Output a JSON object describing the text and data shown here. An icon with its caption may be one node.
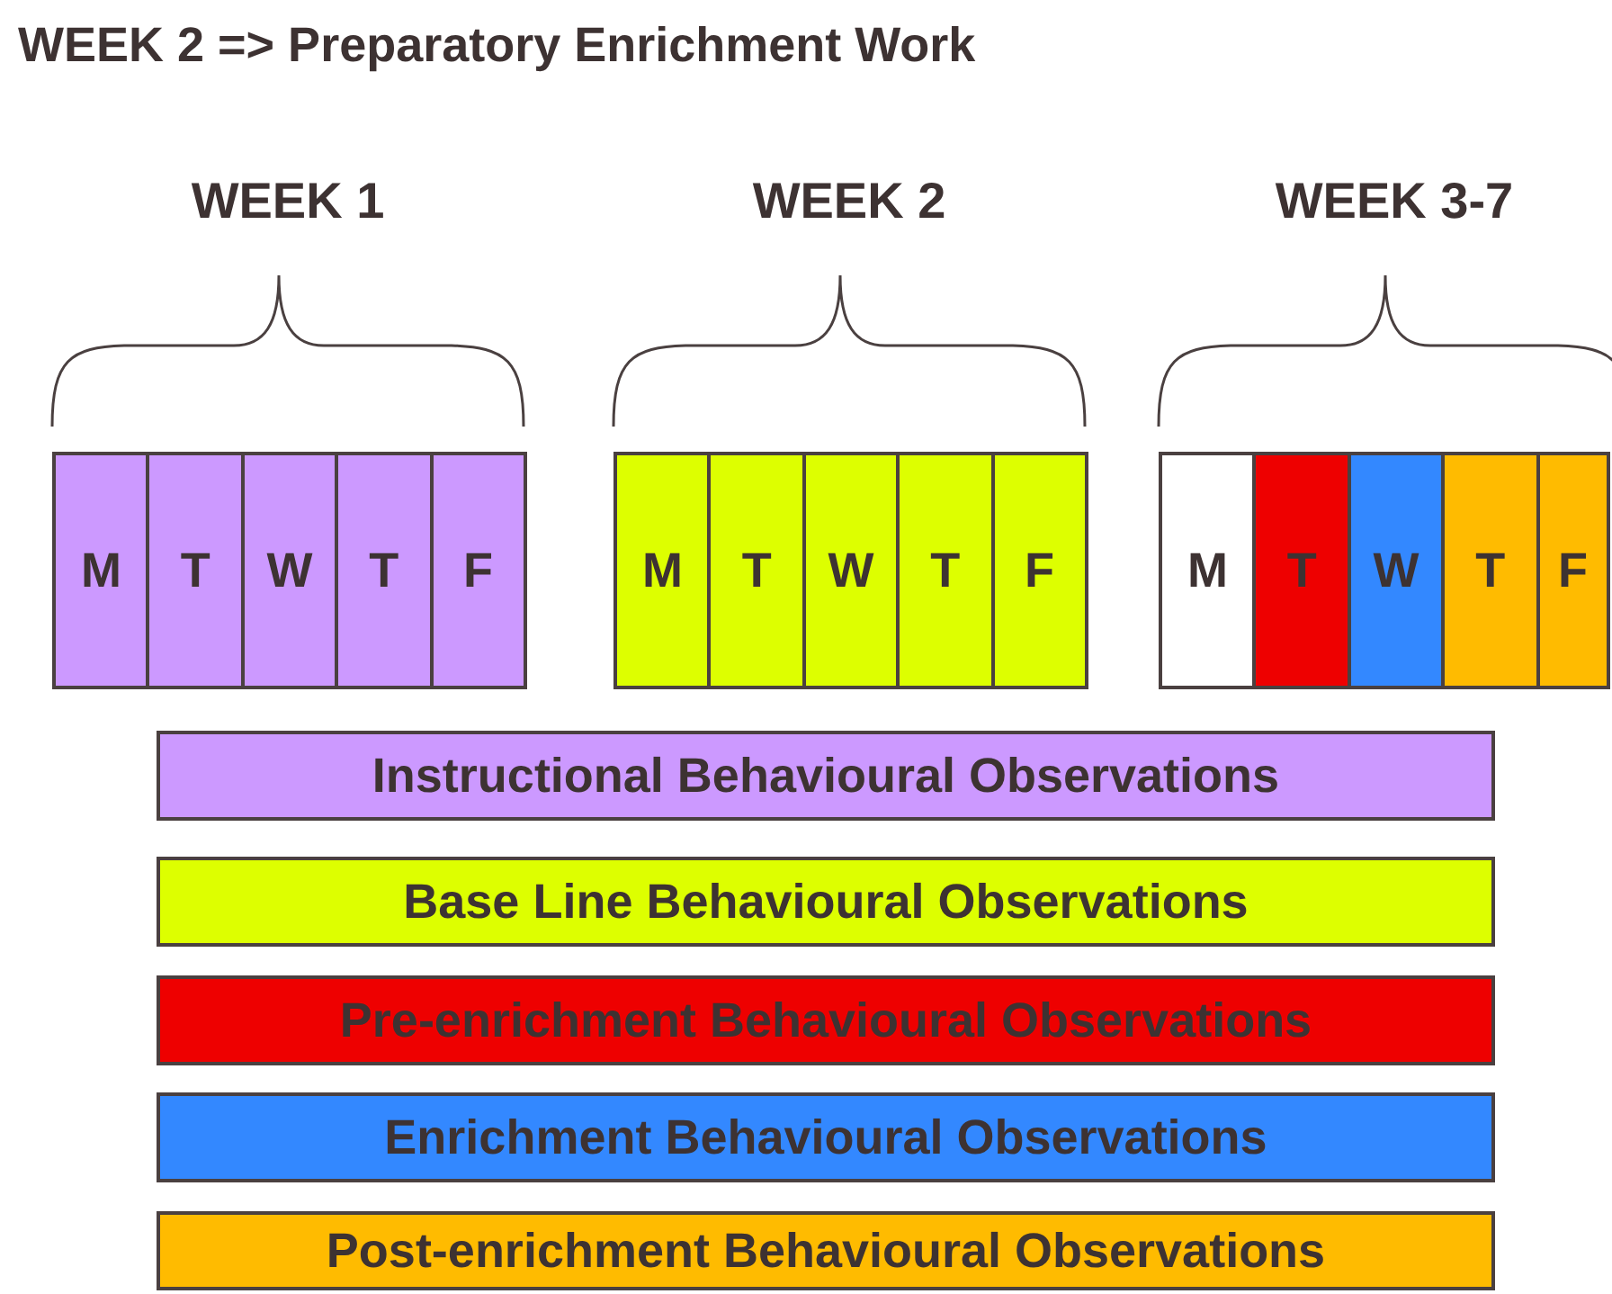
{
  "diagram": {
    "title": "WEEK 2 => Preparatory Enrichment Work",
    "nodes": [
      {
        "text": [
          "M"
        ]
      },
      {
        "text": [
          "T"
        ]
      },
      {
        "text": [
          "W"
        ]
      },
      {
        "text": [
          "T"
        ]
      },
      {
        "text": [
          "F"
        ]
      },
      {
        "text": [
          "M"
        ]
      },
      {
        "text": [
          "T"
        ]
      },
      {
        "text": [
          "W"
        ]
      },
      {
        "text": [
          "T"
        ]
      },
      {
        "text": [
          "F"
        ]
      },
      {
        "text": [
          "M"
        ]
      },
      {
        "text": [
          "T"
        ]
      },
      {
        "text": [
          "W"
        ]
      },
      {
        "text": [
          "T"
        ]
      },
      {
        "text": [
          "F"
        ]
      }
    ],
    "edges": [],
    "labels": [
      "WEEK 1",
      "WEEK 2",
      "WEEK 3-7"
    ],
    "legend": [
      {
        "text": "Instructional Behavioural Observations",
        "color": "#cc99ff"
      },
      {
        "text": "Base Line Behavioural Observations",
        "color": "#ddff00"
      },
      {
        "text": "Pre-enrichment Behavioural Observations",
        "color": "#ee0000"
      },
      {
        "text": "Enrichment Behavioural Observations",
        "color": "#3388ff"
      },
      {
        "text": "Post-enrichment Behavioural Observations",
        "color": "#ffbb00"
      }
    ]
  }
}
